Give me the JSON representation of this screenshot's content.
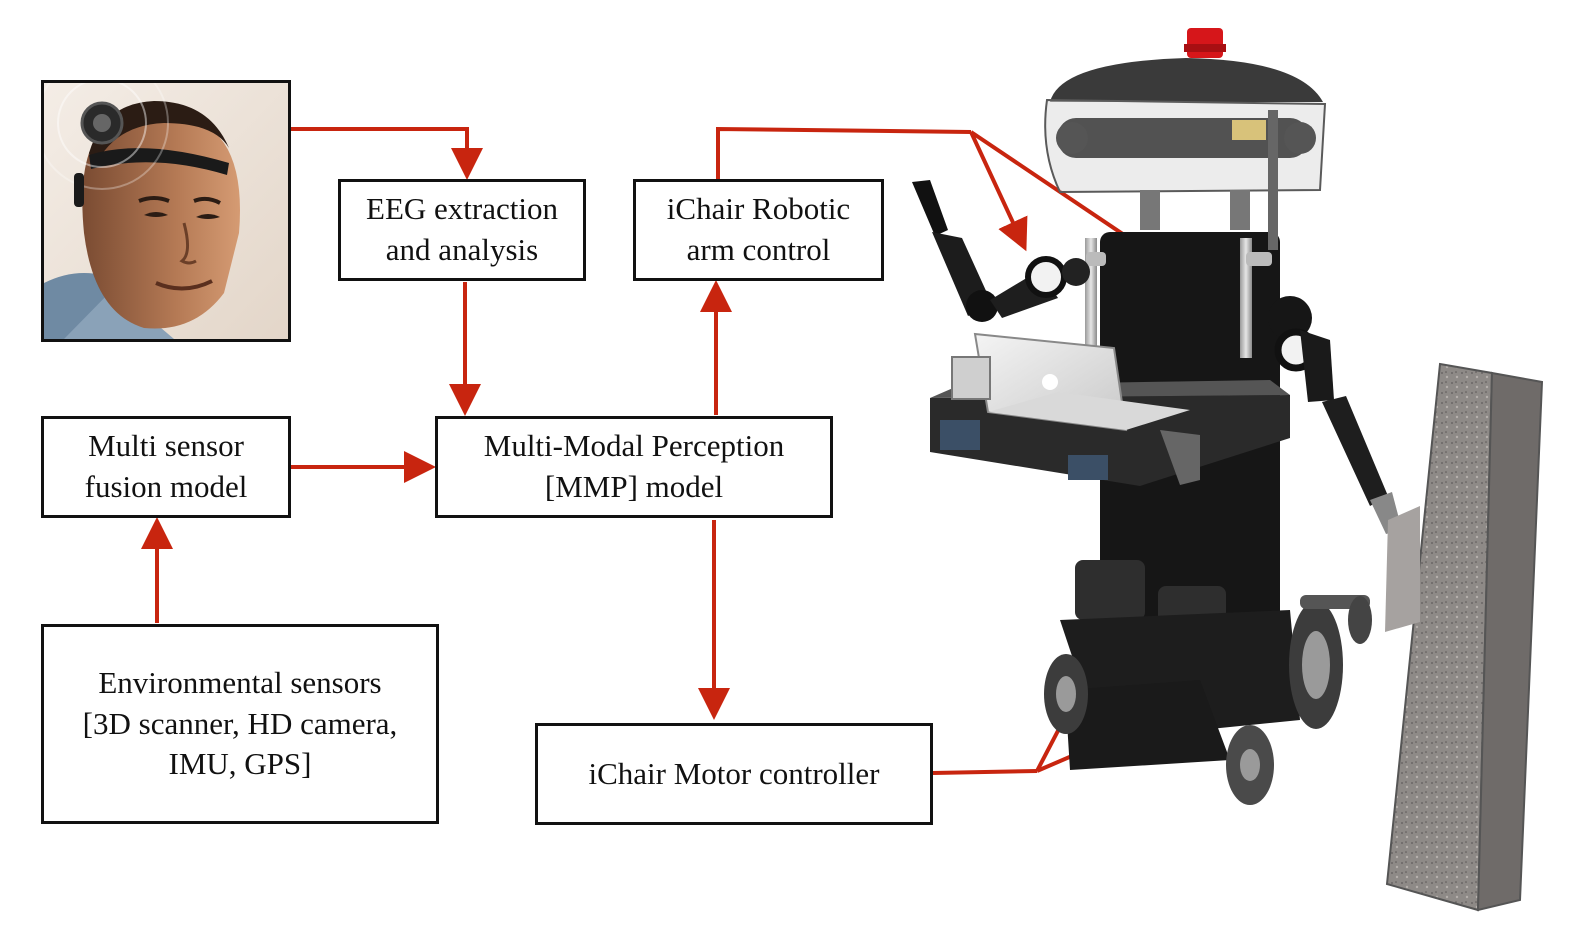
{
  "colors": {
    "arrow": "#c8250f",
    "box_border": "#111111",
    "text": "#111111"
  },
  "nodes": {
    "eeg": {
      "lines": [
        "EEG extraction",
        "and analysis"
      ]
    },
    "arm": {
      "lines": [
        "iChair Robotic",
        "arm control"
      ]
    },
    "fusion": {
      "lines": [
        "Multi sensor",
        "fusion model"
      ]
    },
    "mmp": {
      "lines": [
        "Multi-Modal Perception",
        "[MMP] model"
      ]
    },
    "env": {
      "lines": [
        "Environmental sensors",
        "[3D scanner, HD camera,",
        "IMU, GPS]"
      ]
    },
    "motor": {
      "lines": [
        "iChair Motor controller"
      ]
    }
  },
  "images": {
    "user": "man-with-eeg-headset",
    "robot": "ichair-robotic-wheelchair-with-arms-and-laptop",
    "obstacle": "granite-pillar"
  }
}
